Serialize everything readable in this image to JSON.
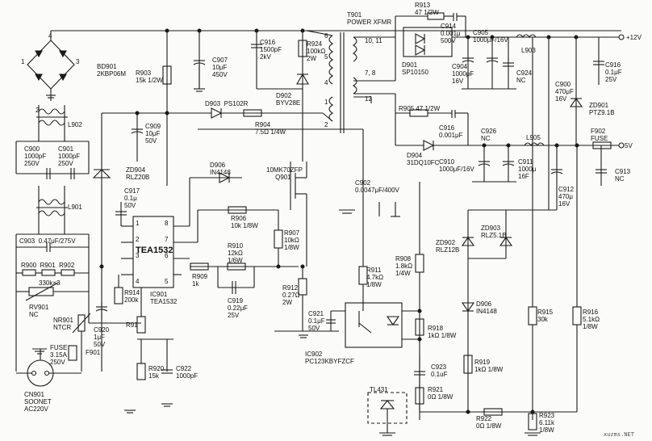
{
  "labels": {
    "bd901": "BD901\n2KBP06M",
    "t901": "T901\nPOWER XFMR",
    "r913": "R913\n47 1/2W",
    "c914": "C914\n0.001μ\n500V",
    "d901": "D901\nSP10150",
    "c905": "C905\n1000μF/16V",
    "v12": "+12V",
    "c907": "C907\n10μF\n450V",
    "c916a": "C916\n1500pF\n2kV",
    "r924": "R924\n100kΩ\n2W",
    "d902": "D902\nBYV28E",
    "r903": "R903\n15k 1/2W",
    "l902": "L902",
    "c904": "C904\n1000μF\n16V",
    "c924": "C924\nNC",
    "l903": "L903",
    "c916b": "C916\n0.1μF\n25V",
    "c900a": "C900\n1000pF\n250V",
    "c901": "C901\n1000pF\n250V",
    "d903": "D903  PS102R",
    "r904": "R904\n7.5Ω 1/4W",
    "c909": "C909\n10μF\n50V",
    "r905": "R905 47 1/2W",
    "c900b": "C900\n470μF\n16V",
    "zd901": "ZD901\nPTZ9.1B",
    "c916c": "C916\n0.001μF",
    "c926": "C926\nNC",
    "l905": "L905",
    "f902": "F902\nFUSE",
    "v5": "5V",
    "d904": "D904\n31DQ10FC",
    "c910": "C910\n1000μF/16V",
    "c911": "C911\n1000μ\n16F",
    "c913": "C913\nNC",
    "c912": "C912\n470μ\n16V",
    "zd904": "ZD904\nRLZ20B",
    "d906a": "D906\nIN4148",
    "q901": "10MK70ZFP\n     Q901",
    "l901": "L901",
    "c917": "C917\n0.1μ\n50V",
    "c902": "C902\n0.0047μF/400V",
    "r906": "R906\n10k 1/8W",
    "r907": "R907\n10kΩ\n1/8W",
    "tea": "TEA1532",
    "c903": "C903  0.47μF/275V",
    "r910": "R910\n12kΩ\n1/6W",
    "r900": "R900  R901  R902",
    "r911": "R911\n4.7kΩ\n1/8W",
    "r908": "R908\n1.8kΩ\n1/4W",
    "zd902": "ZD902\nRLZ12B",
    "zd903": "ZD903\nRLZ5.1B",
    "r330": "330k×3",
    "r909": "R909\n1k",
    "ic901": "IC901\nTEA1532",
    "c919": "C919\n0.22μF\n25V",
    "r912": "R912\n0.27Ω\n2W",
    "rv901": "RV901\nNC",
    "r914": "R914\n200k",
    "d906b": "D906\nIN4148",
    "c921": "C921\n0.1μF\n50V",
    "r915": "R915\n30k",
    "r916": "R916\n5.1kΩ\n1/8W",
    "nr901": "NR901\nNTCR",
    "c920": "C920\n1μF\n50V",
    "r91": "R91",
    "r918": "R918\n1kΩ 1/8W",
    "ic902": "IC902\nPC123KBYFZCF",
    "fuse": "FUSE\n3.15A\n250V",
    "f901": "F901",
    "r920": "R920\n15k",
    "c922": "C922\n1000pF",
    "r919": "R919\n1kΩ 1/8W",
    "c923": "C923\n0.1uF",
    "tl431": "TL431",
    "r921": "R921\n0Ω 1/8W",
    "cn901": "CN901\nSOONET\nAC220V",
    "r922": "R922\n0Ω 1/8W",
    "r923": "R923\n6.11k\n1/8W",
    "watermark": "xuzms.NET",
    "pin6": "6",
    "pin5": "5",
    "pin4": "4",
    "pin1": "1",
    "pin2": "2",
    "pin1011": "10, 11",
    "pin78": "7, 8",
    "pin12": "12",
    "bdp4": "4",
    "bdp3": "3",
    "bdp2": "2",
    "bdp1": "1",
    "ic8": "8",
    "ic7": "7",
    "ic6": "6",
    "ic5": "5",
    "ic1": "1",
    "ic2": "2",
    "ic3": "3",
    "ic4": "4"
  },
  "colors": {
    "ink": "#1a1a1a",
    "paper": "#fbfbf9"
  }
}
